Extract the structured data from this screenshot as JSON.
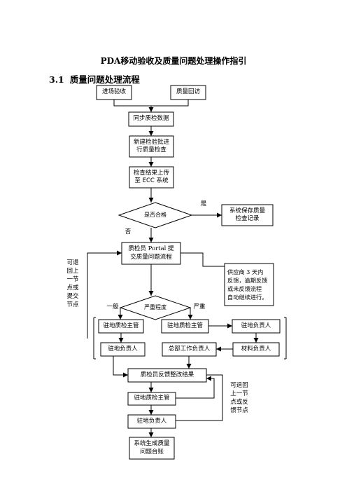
{
  "doc": {
    "title": "PDA移动验收及质量问题处理操作指引",
    "section_number": "3.1",
    "section_title": "质量问题处理流程"
  },
  "flow": {
    "intake": "进场验收",
    "revisit": "质量回访",
    "sync": "同步质检数据",
    "new_batch_1": "新建检验批进",
    "new_batch_2": "行质量检查",
    "upload_1": "检查结果上传",
    "upload_2": "至 ECC 系统",
    "qualified": "是否合格",
    "yes": "是",
    "no": "否",
    "save_1": "系统保存质量",
    "save_2": "检查记录",
    "submit_1": "质检员 Portal 提",
    "submit_2": "交质量问题流程",
    "supplier_1": "供应商 3 天内",
    "supplier_2": "反馈，逾期反馈",
    "supplier_3": "或未反馈流程",
    "supplier_4": "自动继续进行。",
    "back_left_1": "可退",
    "back_left_2": "回上",
    "back_left_3": "一节",
    "back_left_4": "点或",
    "back_left_5": "提交",
    "back_left_6": "节点",
    "severity": "严重程度",
    "general": "一般",
    "serious": "严重",
    "site_qc_1": "驻地质检主管",
    "site_qc_2": "驻地质检主管",
    "site_head_top": "驻地负责人",
    "site_head_left": "驻地负责人",
    "hq_head": "总部工作负责人",
    "material_head": "材料负责人",
    "feedback": "质检员反馈整改结果",
    "site_qc_3": "驻地质检主管",
    "site_head_bottom": "驻地负责人",
    "back_right_1": "可退回",
    "back_right_2": "上一节",
    "back_right_3": "点或反",
    "back_right_4": "馈节点",
    "ledger_1": "系统生成质量",
    "ledger_2": "问题台账"
  }
}
